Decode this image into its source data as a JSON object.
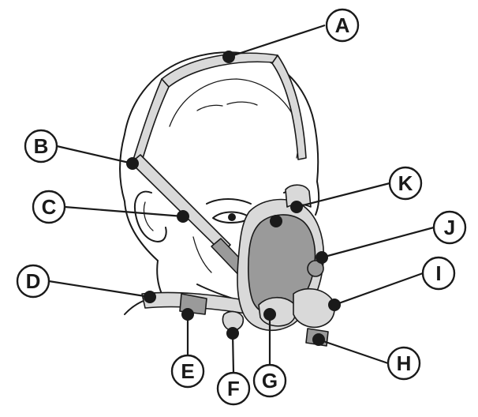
{
  "callouts": [
    {
      "id": "A",
      "label": "A"
    },
    {
      "id": "B",
      "label": "B"
    },
    {
      "id": "C",
      "label": "C"
    },
    {
      "id": "D",
      "label": "D"
    },
    {
      "id": "E",
      "label": "E"
    },
    {
      "id": "F",
      "label": "F"
    },
    {
      "id": "G",
      "label": "G"
    },
    {
      "id": "H",
      "label": "H"
    },
    {
      "id": "I",
      "label": "I"
    },
    {
      "id": "J",
      "label": "J"
    },
    {
      "id": "K",
      "label": "K"
    }
  ]
}
